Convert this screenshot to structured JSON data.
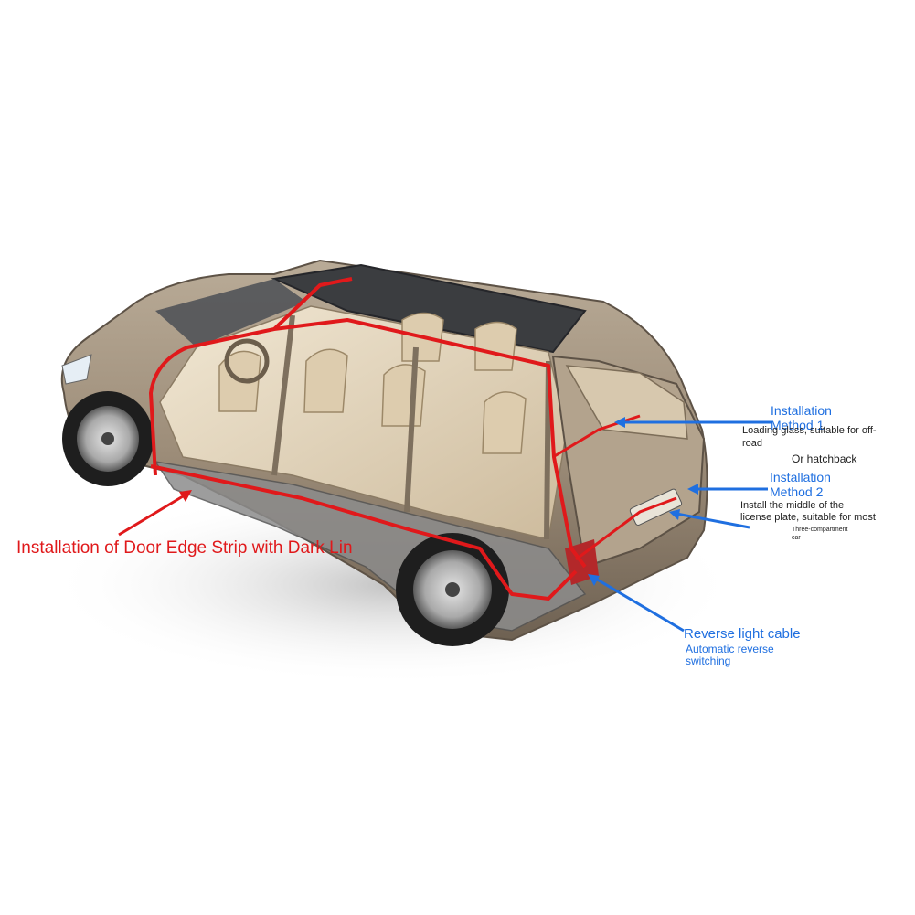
{
  "labels": {
    "door_edge": "Installation of Door Edge Strip with Dark Lin",
    "method1_title_1": "Installation",
    "method1_title_2": "Method 1",
    "method1_desc_1": "Loading glass, suitable for off-",
    "method1_desc_2": "road",
    "hatchback": "Or hatchback",
    "method2_title_1": "Installation",
    "method2_title_2": "Method 2",
    "method2_desc_1": "Install the middle of the",
    "method2_desc_2": "license plate, suitable for most",
    "three_comp_1": "Three-compartment",
    "three_comp_2": "car",
    "reverse_title": "Reverse light cable",
    "reverse_desc_1": "Automatic reverse",
    "reverse_desc_2": "switching"
  },
  "colors": {
    "wire_red": "#e0191b",
    "callout_blue": "#1f6fe0",
    "body_bronze": "#9c8c78",
    "interior_beige": "#e8dcc4"
  }
}
